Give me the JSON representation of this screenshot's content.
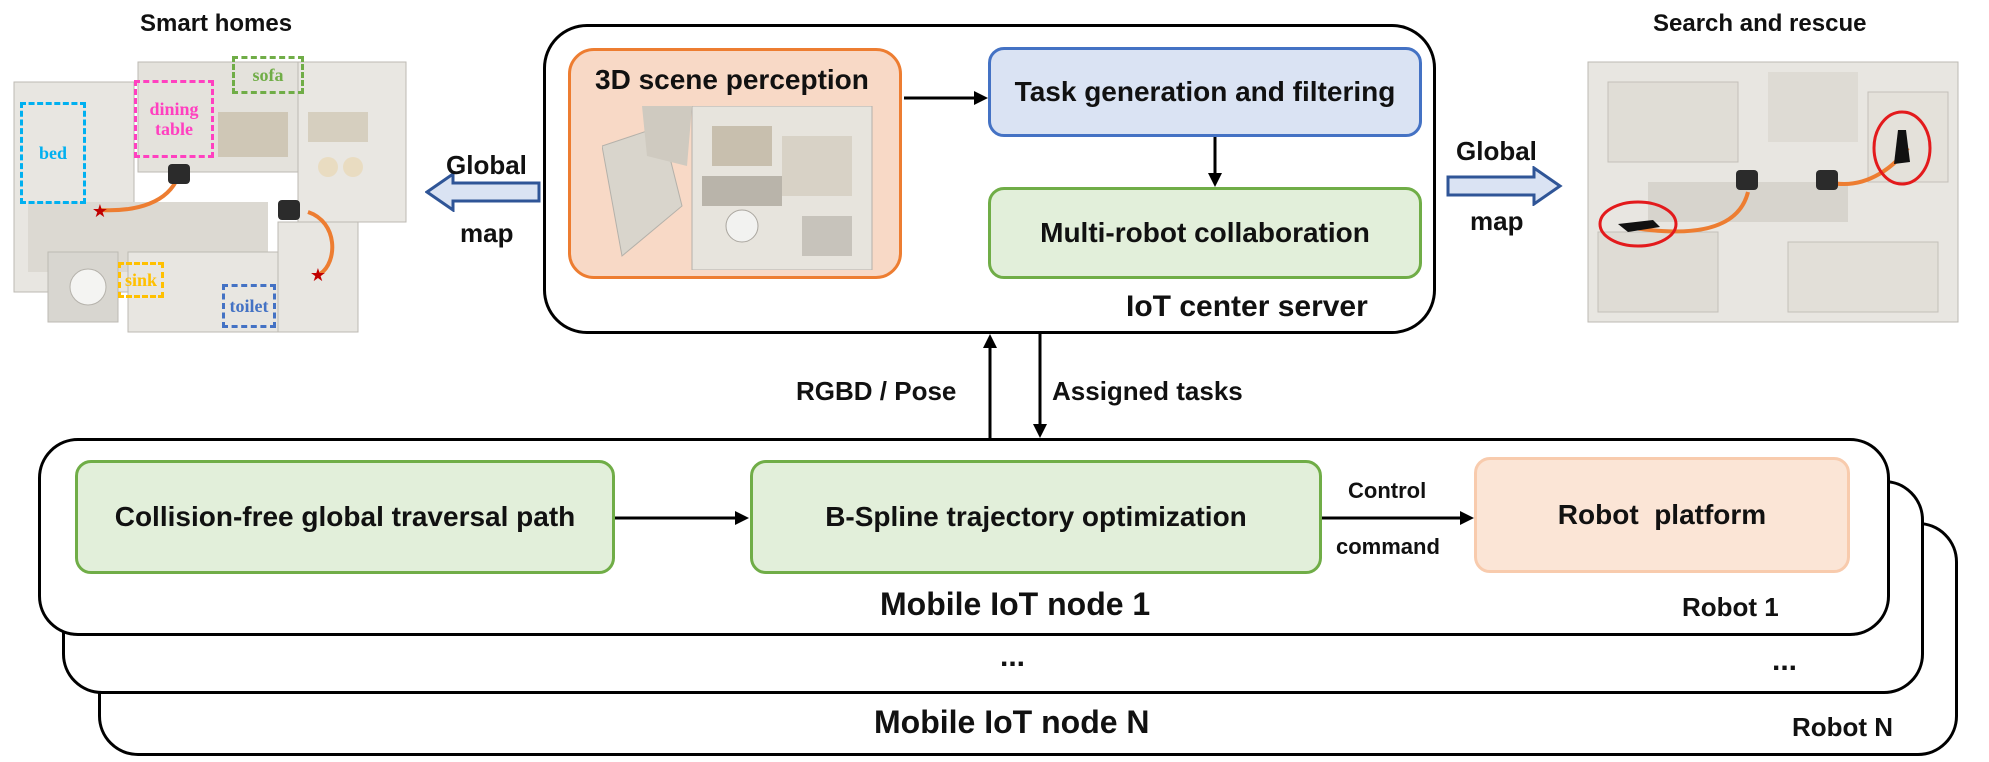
{
  "left_panel": {
    "title": "Smart homes",
    "rooms": {
      "bed": "bed",
      "dining_table_line1": "dining",
      "dining_table_line2": "table",
      "sofa": "sofa",
      "sink": "sink",
      "toilet": "toilet"
    }
  },
  "right_panel": {
    "title": "Search and rescue"
  },
  "left_arrow": {
    "line1": "Global",
    "line2": "map"
  },
  "right_arrow": {
    "line1": "Global",
    "line2": "map"
  },
  "server": {
    "label": "IoT center server",
    "perception": "3D scene perception",
    "task_generation": "Task generation and filtering",
    "collaboration": "Multi-robot collaboration"
  },
  "links": {
    "up": "RGBD / Pose",
    "down": "Assigned tasks"
  },
  "node": {
    "label_1": "Mobile IoT node 1",
    "label_n": "Mobile IoT node N",
    "ellipsis_center": "...",
    "ellipsis_right": "...",
    "robot_1": "Robot 1",
    "robot_n": "Robot N",
    "path": "Collision-free global traversal path",
    "bspline": "B-Spline trajectory optimization",
    "control_line1": "Control",
    "control_line2": "command",
    "platform": "Robot  platform"
  },
  "colors": {
    "perception_fill": "#f8d9c6",
    "perception_border": "#ed7d31",
    "task_fill": "#dae3f3",
    "task_border": "#4472c4",
    "green_fill": "#e2efda",
    "green_border": "#70ad47",
    "platform_fill": "#fbe5d6",
    "platform_border": "#f8cbad",
    "map_arrow": "#2f5597",
    "trajectory": "#ed7d31",
    "victim_circle": "#e31a1c"
  }
}
